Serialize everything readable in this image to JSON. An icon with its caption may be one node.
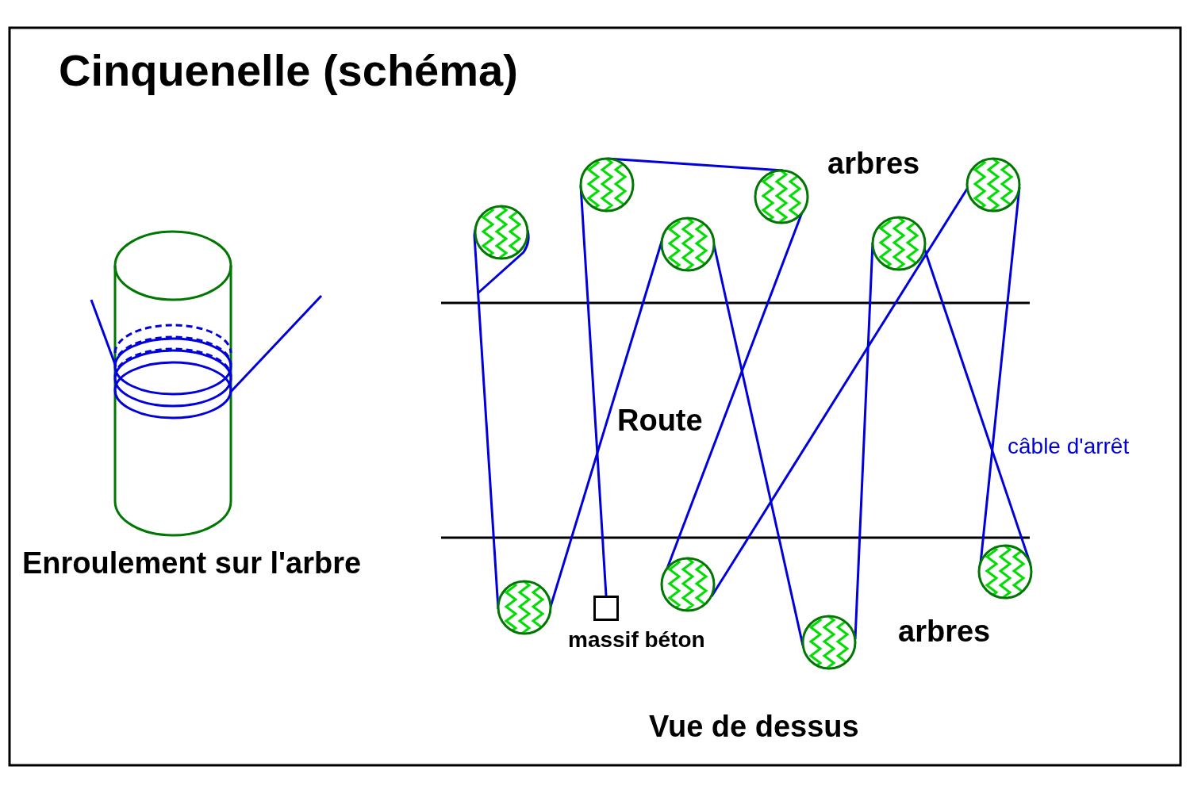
{
  "diagram": {
    "title": "Cinquenelle (schéma)",
    "nodes": [
      {
        "text": [],
        "shape": "circle"
      },
      {
        "text": [],
        "shape": "circle"
      },
      {
        "text": [],
        "shape": "circle"
      },
      {
        "text": [
          "massif béton"
        ]
      },
      {
        "text": [],
        "shape": "circle"
      },
      {
        "text": [],
        "shape": "circle"
      },
      {
        "text": [],
        "shape": "circle"
      },
      {
        "text": [],
        "shape": "circle"
      },
      {
        "text": [],
        "shape": "circle"
      },
      {
        "text": [],
        "shape": "circle"
      },
      {
        "text": [],
        "shape": "circle"
      }
    ],
    "edges": [
      {
        "from": 0,
        "to": 1,
        "arrow": "none"
      },
      {
        "from": 1,
        "to": 4,
        "arrow": "none"
      },
      {
        "from": 4,
        "to": 7,
        "arrow": "none"
      },
      {
        "from": 7,
        "to": 8,
        "arrow": "none"
      },
      {
        "from": 8,
        "to": 10,
        "arrow": "none"
      },
      {
        "from": 10,
        "to": 9,
        "arrow": "none"
      },
      {
        "from": 9,
        "to": 5,
        "arrow": "none"
      },
      {
        "from": 5,
        "to": 6,
        "arrow": "none"
      },
      {
        "from": 6,
        "to": 2,
        "arrow": "none"
      },
      {
        "from": 2,
        "to": 3,
        "arrow": "none"
      }
    ],
    "labels": [
      "arbres",
      "Route",
      "câble d'arrêt",
      "Enroulement sur l'arbre",
      "arbres",
      "Vue de dessus"
    ]
  }
}
